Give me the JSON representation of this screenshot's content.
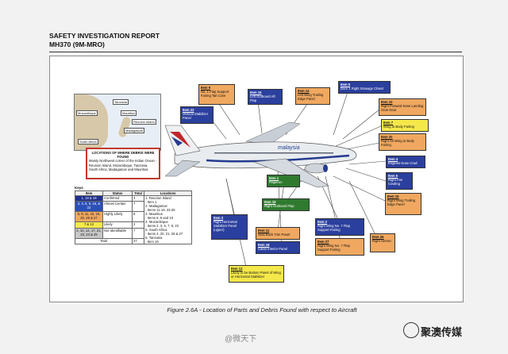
{
  "header": {
    "line1": "SAFETY INVESTIGATION REPORT",
    "line2": "MH370 (9M-MRO)"
  },
  "map": {
    "labels": [
      "Mozambique",
      "Tanzania",
      "Mauritius",
      "Reunion Island",
      "Madagascar",
      "South Africa"
    ]
  },
  "locations_box": {
    "title": "LOCATIONS OF WHERE DEBRIS WERE FOUND",
    "body": "Mainly Northwest corner of the Indian Ocean - Reunion Island, Mozambique, Tanzania, South Africa, Madagascar and Mauritius."
  },
  "keys": {
    "title": "Keys",
    "headers": [
      "Item",
      "Status",
      "Total",
      "Locations"
    ],
    "rows": [
      {
        "item": "1, 18 & 19",
        "status": "Confirmed",
        "total": "3",
        "color": "#1f2f8c",
        "text_color": "#ffffff"
      },
      {
        "item": "3, 4, 5, 6, 16, & 22",
        "status": "Almost Certain",
        "total": "7",
        "color": "#2b4fb8",
        "text_color": "#ffffff"
      },
      {
        "item": "8, 9, 11, 15, 19, 20, 26 & 27",
        "status": "Highly Likely",
        "total": "8",
        "color": "#f0a860",
        "text_color": "#111111"
      },
      {
        "item": "7 & 12",
        "status": "Likely",
        "total": "2",
        "color": "#f5e84a",
        "text_color": "#111111"
      },
      {
        "item": "2, 10, 14, 17, 21, 23, 24 & 25",
        "status": "Not Identifiable",
        "total": "7",
        "color": "#c8c8c8",
        "text_color": "#111111"
      }
    ],
    "total_label": "Total",
    "total_value": "27",
    "locations": [
      "1. Reunion Island",
      "- Item 1",
      "2. Madagascar",
      "- Items 11-19, 23-25",
      "3. Mauritius",
      "- Items 5, 8 and 10",
      "4. Mozambique",
      "- Items 2, 3, 6, 7, 9, 22",
      "5. South Africa",
      "- Items 4, 20, 21, 26 & 27",
      "6. Tanzania",
      "- Item 19"
    ]
  },
  "plane": {
    "livery_text": "malaysia"
  },
  "labels": [
    {
      "id": "item22",
      "item": "Item 22",
      "text": "Vertical Stabilizer Panel",
      "color": "blue"
    },
    {
      "id": "item9",
      "item": "Item 9",
      "text": "No. 1 Flap Support Fairing Tail Cone",
      "color": "orange"
    },
    {
      "id": "item16",
      "item": "Item 16",
      "text": "Left Outboard Aft Flap",
      "color": "blue"
    },
    {
      "id": "item14",
      "item": "Item 14",
      "text": "Left Wing Trailing Edge Panel",
      "color": "orange"
    },
    {
      "id": "item5",
      "item": "Item 5",
      "text": "Door 1 Right Stowage Closet",
      "color": "blue"
    },
    {
      "id": "item10",
      "item": "Item 10",
      "text": "Right Forward Nose Landing Gear Door",
      "color": "orange"
    },
    {
      "id": "item7",
      "item": "Item 7",
      "text": "Wing to Body Fairing",
      "color": "yellow"
    },
    {
      "id": "item20",
      "item": "Item 20",
      "text": "Right Aft Wing to Body Fairing",
      "color": "orange"
    },
    {
      "id": "item4",
      "item": "Item 4",
      "text": "Engines Nose Cowl",
      "color": "blue"
    },
    {
      "id": "item6",
      "item": "Item 6",
      "text": "Right Fan Cowling",
      "color": "blue"
    },
    {
      "id": "item15",
      "item": "Item 15",
      "text": "Right Wing Trailing Edge Panel",
      "color": "orange"
    },
    {
      "id": "item1",
      "item": "Item 1",
      "text": "Flaperon",
      "color": "green"
    },
    {
      "id": "item19",
      "item": "Item 19",
      "text": "Right Outboard Flap",
      "color": "green"
    },
    {
      "id": "item3",
      "item": "Item 3",
      "text": "Right Horizontal Stabilizer Panel (upper)",
      "color": "blue"
    },
    {
      "id": "item11",
      "item": "Item 11",
      "text": "Seat Back Trim Panel",
      "color": "orange"
    },
    {
      "id": "item18",
      "item": "Item 18",
      "text": "Cabin Interior Panel",
      "color": "blue"
    },
    {
      "id": "item2",
      "item": "Item 2",
      "text": "Right Wing No. 7 Flap Support Fairing",
      "color": "blue"
    },
    {
      "id": "item27",
      "item": "Item 27",
      "text": "Right Wing No. 7 Flap Support Fairing",
      "color": "orange"
    },
    {
      "id": "item26",
      "item": "Item 26",
      "text": "Right Aileron",
      "color": "orange"
    },
    {
      "id": "item12",
      "item": "Item 12",
      "text": "Likely to be Bottom Panel of Wing or Horizontal Stabilizer",
      "color": "yellow"
    }
  ],
  "caption": "Figure 2.6A - Location of Parts and Debris Found with respect to Aircraft",
  "watermark": "@微天下",
  "logo_text": "聚澳传媒"
}
